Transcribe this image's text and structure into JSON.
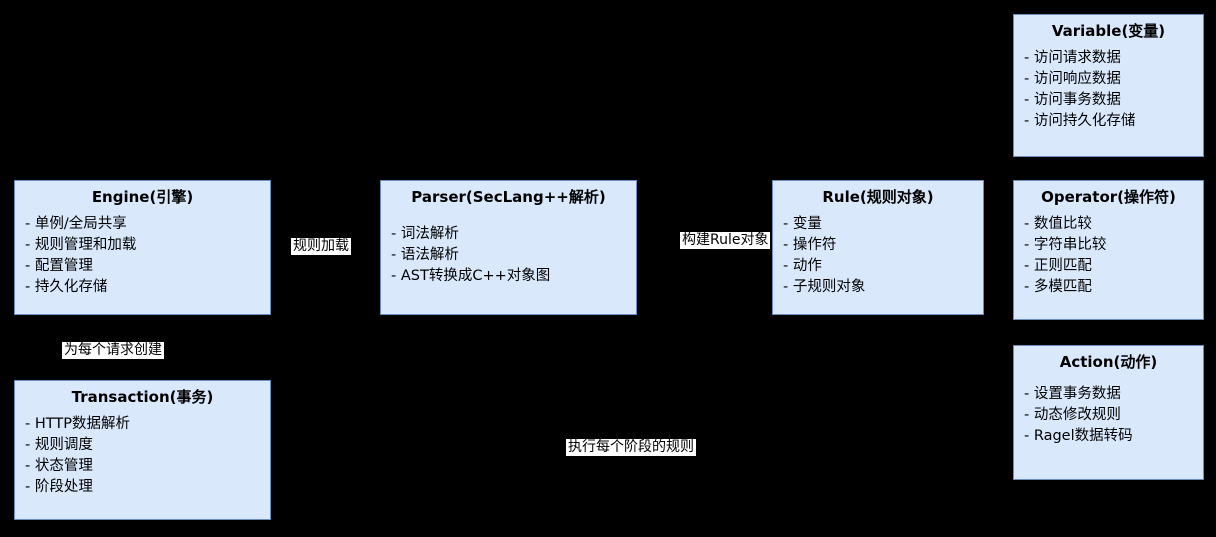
{
  "diagram": {
    "background_color": "#000000",
    "node_fill_color": "#dae8fc",
    "node_border_color": "#6c8ebf",
    "boxes": [
      {
        "id": "engine",
        "title": "Engine(引擎)",
        "items": [
          "- 单例/全局共享",
          "- 规则管理和加载",
          "- 配置管理",
          "- 持久化存储"
        ]
      },
      {
        "id": "parser",
        "title": "Parser(SecLang++解析)",
        "items": [
          "- 词法解析",
          "- 语法解析",
          "- AST转换成C++对象图"
        ]
      },
      {
        "id": "rule",
        "title": "Rule(规则对象)",
        "items": [
          "- 变量",
          "- 操作符",
          "- 动作",
          "- 子规则对象"
        ]
      },
      {
        "id": "variable",
        "title": "Variable(变量)",
        "items": [
          "- 访问请求数据",
          "- 访问响应数据",
          "- 访问事务数据",
          "- 访问持久化存储"
        ]
      },
      {
        "id": "operator",
        "title": "Operator(操作符)",
        "items": [
          "- 数值比较",
          "- 字符串比较",
          "- 正则匹配",
          "- 多模匹配"
        ]
      },
      {
        "id": "action",
        "title": "Action(动作)",
        "items": [
          "- 设置事务数据",
          "- 动态修改规则",
          "- Ragel数据转码"
        ]
      },
      {
        "id": "transaction",
        "title": "Transaction(事务)",
        "items": [
          "- HTTP数据解析",
          "- 规则调度",
          "- 状态管理",
          "- 阶段处理"
        ]
      }
    ],
    "edge_labels": [
      {
        "id": "load-rules",
        "text": "规则加载"
      },
      {
        "id": "build-rule",
        "text": "构建Rule对象"
      },
      {
        "id": "per-request",
        "text": "为每个请求创建"
      },
      {
        "id": "execute-phases",
        "text": "执行每个阶段的规则"
      }
    ]
  }
}
